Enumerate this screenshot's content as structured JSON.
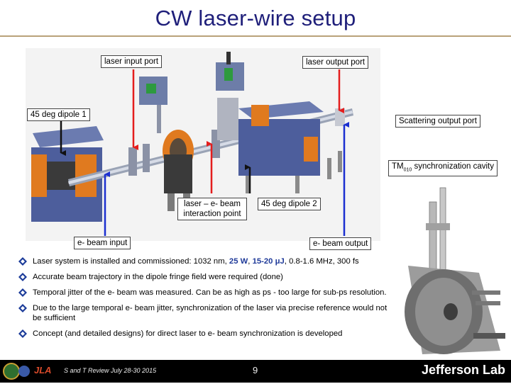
{
  "title": "CW laser-wire setup",
  "callouts": {
    "laser_input": "laser input port",
    "laser_output": "laser output port",
    "dipole1": "45 deg dipole 1",
    "scattering_output": "Scattering output port",
    "tm_sync_prefix": "TM",
    "tm_sync_sub": "010",
    "tm_sync_suffix": " synchronization cavity",
    "interaction_point": "laser – e- beam interaction point",
    "dipole2": "45 deg dipole 2",
    "ebeam_input": "e- beam input",
    "ebeam_output": "e- beam output"
  },
  "bullets": {
    "b1_a": "Laser system is installed and commissioned: 1032 nm, ",
    "b1_b": "25 W",
    "b1_c": ", ",
    "b1_d": "15-20 μJ",
    "b1_e": ", 0.8-1.6 MHz, 300 fs",
    "b2": "Accurate beam trajectory in the dipole fringe field were required (done)",
    "b3": "Temporal jitter of the e- beam was measured. Can be as high as ps - too large for sub-ps resolution.",
    "b4": "Due to the large temporal e- beam jitter, synchronization of the laser via precise reference would not be sufficient",
    "b5": "Concept (and detailed designs) for direct laser to e- beam synchronization is developed"
  },
  "footer": {
    "logo_text": "JLA",
    "review": "S and T Review July 28-30 2015",
    "page_number": "9",
    "lab": "Jefferson Lab"
  },
  "colors": {
    "title": "#1f1f7a",
    "rule": "#b9a27a",
    "arrow_red": "#e41d1d",
    "arrow_black": "#111111",
    "arrow_blue": "#1b2fd0",
    "highlight": "#1f3a99"
  }
}
